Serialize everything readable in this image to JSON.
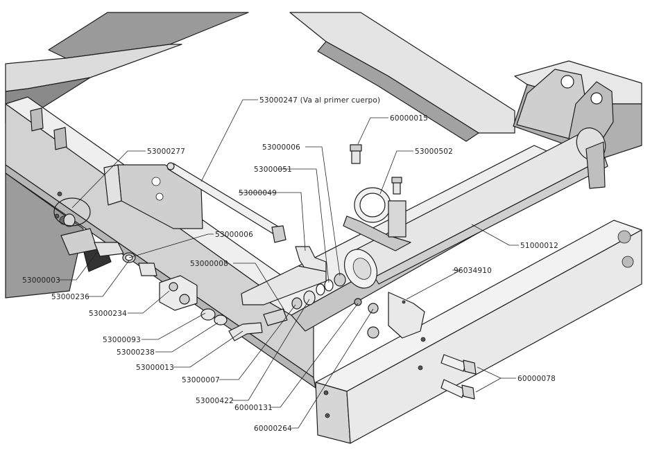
{
  "labels": {
    "l1": "53000247 (Va al primer cuerpo)",
    "l2": "60000015",
    "l3": "53000277",
    "l4": "53000006",
    "l5": "53000502",
    "l6": "53000051",
    "l7": "53000049",
    "l8": "53000006",
    "l9": "53000008",
    "l10": "51000012",
    "l11": "96034910",
    "l12": "53000003",
    "l13": "53000236",
    "l14": "53000234",
    "l15": "53000093",
    "l16": "53000238",
    "l17": "53000013",
    "l18": "53000007",
    "l19": "53000422",
    "l20": "60000131",
    "l21": "60000264",
    "l22": "60000078"
  }
}
